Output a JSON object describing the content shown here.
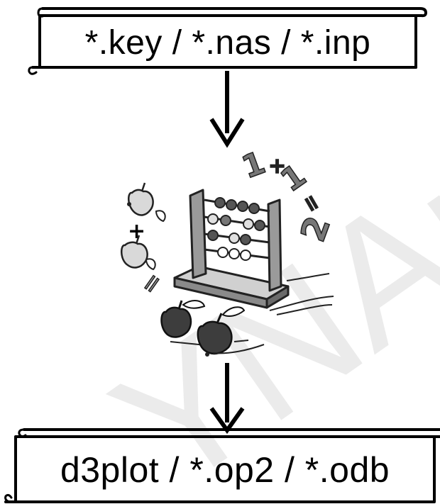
{
  "diagram": {
    "input_formats": "*.key / *.nas / *.inp",
    "output_formats": "d3plot / *.op2 / *.odb",
    "illustration_equation": "1+1=2",
    "illustration_symbols": {
      "plus": "+",
      "equals": "="
    },
    "watermark": "YNAmo",
    "icons": [
      "scroll-banner-icon",
      "arrow-down-icon",
      "abacus-icon",
      "apple-icon"
    ],
    "colors": {
      "ink": "#000000",
      "background": "#ffffff",
      "watermark": "#e4e4e4",
      "apple_dark": "#3d3d3d",
      "apple_light": "#d9d9d9"
    }
  }
}
